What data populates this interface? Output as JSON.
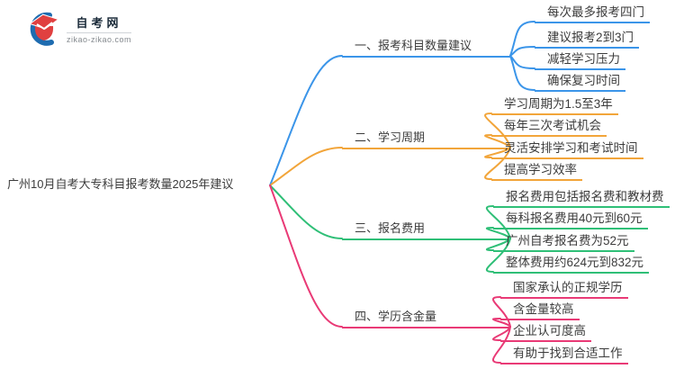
{
  "logo": {
    "title": "自考网",
    "domain": "zikao-zikao.com",
    "icon_colors": {
      "swoosh_blue": "#1e6cb0",
      "cap_red": "#e04040"
    }
  },
  "root": {
    "label": "广州10月自考大专科目报考数量2025年建议"
  },
  "branches": [
    {
      "label": "一、报考科目数量建议",
      "color": "#3b95e9",
      "children": [
        "每次最多报考四门",
        "建议报考2到3门",
        "减轻学习压力",
        "确保复习时间"
      ]
    },
    {
      "label": "二、学习周期",
      "color": "#f2a53a",
      "children": [
        "学习周期为1.5至3年",
        "每年三次考试机会",
        "灵活安排学习和考试时间",
        "提高学习效率"
      ]
    },
    {
      "label": "三、报名费用",
      "color": "#2fbf77",
      "children": [
        "报名费用包括报名费和教材费",
        "每科报名费用40元到60元",
        "广州自考报名费为52元",
        "整体费用约624元到832元"
      ]
    },
    {
      "label": "四、学历含金量",
      "color": "#e93a76",
      "children": [
        "国家承认的正规学历",
        "含金量较高",
        "企业认可度高",
        "有助于找到合适工作"
      ]
    }
  ]
}
